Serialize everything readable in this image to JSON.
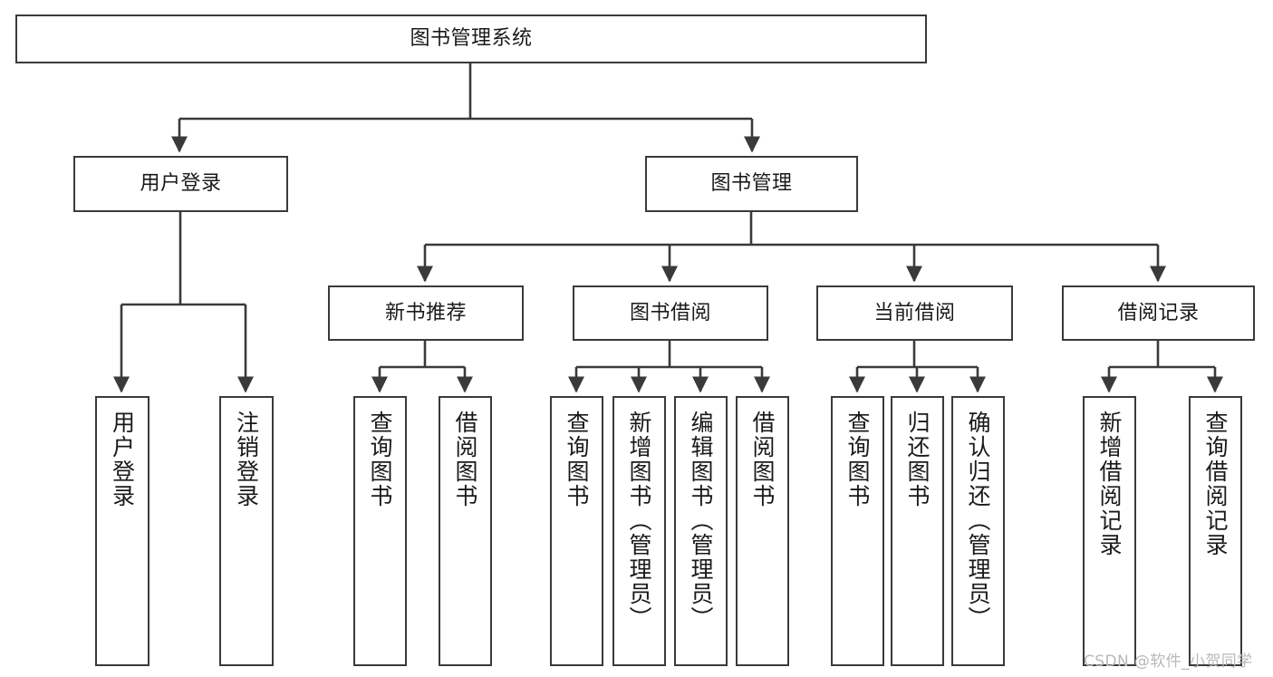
{
  "diagram": {
    "title": "图书管理系统",
    "type": "tree-hierarchy-chart",
    "colors": {
      "box_border": "#3a3a3a",
      "box_fill": "#ffffff",
      "connector": "#3a3a3a",
      "text": "#1a1a1a",
      "watermark": "#b8b8b8",
      "background": "#ffffff"
    },
    "nodes": {
      "root": "图书管理系统",
      "level2": [
        "用户登录",
        "图书管理"
      ],
      "level3": [
        "新书推荐",
        "图书借阅",
        "当前借阅",
        "借阅记录"
      ],
      "leaves": {
        "user_login": [
          "用户登录",
          "注销登录"
        ],
        "new_book_recommend": [
          "查询图书",
          "借阅图书"
        ],
        "book_borrow": [
          "查询图书",
          "新增图书（管理员）",
          "编辑图书（管理员）",
          "借阅图书"
        ],
        "current_borrow": [
          "查询图书",
          "归还图书",
          "确认归还（管理员）"
        ],
        "borrow_record": [
          "新增借阅记录",
          "查询借阅记录"
        ]
      }
    },
    "watermark": "CSDN @软件_小贺同学"
  }
}
